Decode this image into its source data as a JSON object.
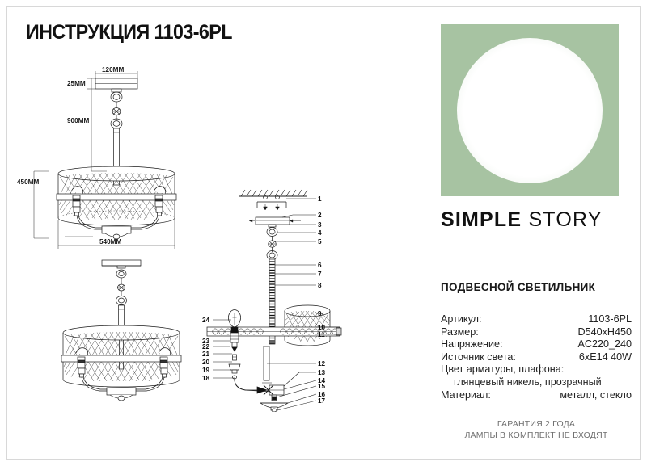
{
  "document": {
    "title": "ИНСТРУКЦИЯ 1103-6PL"
  },
  "brand": {
    "word1": "SIMPLE",
    "word2": "STORY",
    "product_type": "ПОДВЕСНОЙ СВЕТИЛЬНИК"
  },
  "specs": [
    {
      "label": "Артикул:",
      "value": "1103-6PL"
    },
    {
      "label": "Размер:",
      "value": "D540xH450"
    },
    {
      "label": "Напряжение:",
      "value": "AC220_240"
    },
    {
      "label": "Источник света:",
      "value": "6xE14 40W"
    }
  ],
  "specs_extra": {
    "color_label": "Цвет арматуры, плафона:",
    "color_value": "глянцевый никель, прозрачный",
    "material_label": "Материал:",
    "material_value": "металл, стекло"
  },
  "footer": {
    "line1": "ГАРАНТИЯ 2 ГОДА",
    "line2": "ЛАМПЫ В КОМПЛЕКТ НЕ ВХОДЯТ"
  },
  "dimensions": {
    "mount_width": "120MM",
    "mount_height": "25MM",
    "drop_height": "900MM",
    "fixture_height": "450MM",
    "diameter": "540MM"
  },
  "callouts_upper": [
    "1",
    "2",
    "3",
    "4",
    "5"
  ],
  "callouts_right": [
    "6",
    "7",
    "8",
    "9",
    "10",
    "11",
    "12",
    "13",
    "14",
    "15",
    "16",
    "17"
  ],
  "callouts_left": [
    "18",
    "19",
    "20",
    "21",
    "22",
    "23",
    "24"
  ],
  "colors": {
    "brand_green": "#a7c3a2",
    "ink": "#1a1a1a",
    "footer_gray": "#6f6f6f",
    "rule_gray": "#d8d8d8"
  }
}
